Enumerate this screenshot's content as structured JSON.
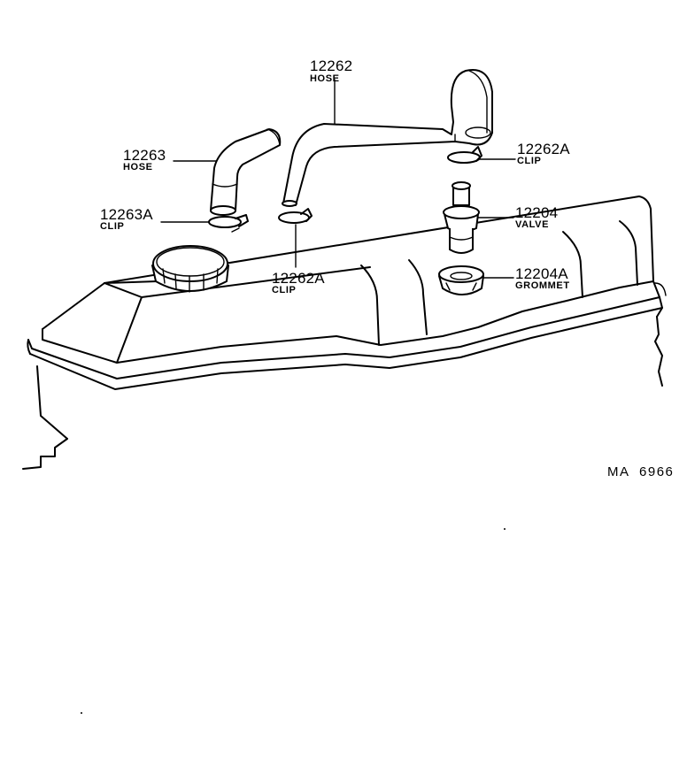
{
  "parts": [
    {
      "id": "hose-12262",
      "number": "12262",
      "name": "HOSE"
    },
    {
      "id": "hose-12263",
      "number": "12263",
      "name": "HOSE"
    },
    {
      "id": "clip-12263a",
      "number": "12263A",
      "name": "CLIP"
    },
    {
      "id": "clip-12262a-left",
      "number": "12262A",
      "name": "CLIP"
    },
    {
      "id": "clip-12262a-right",
      "number": "12262A",
      "name": "CLIP"
    },
    {
      "id": "valve-12204",
      "number": "12204",
      "name": "VALVE"
    },
    {
      "id": "grommet-12204a",
      "number": "12204A",
      "name": "GROMMET"
    }
  ],
  "drawing_code": "MA  6966"
}
